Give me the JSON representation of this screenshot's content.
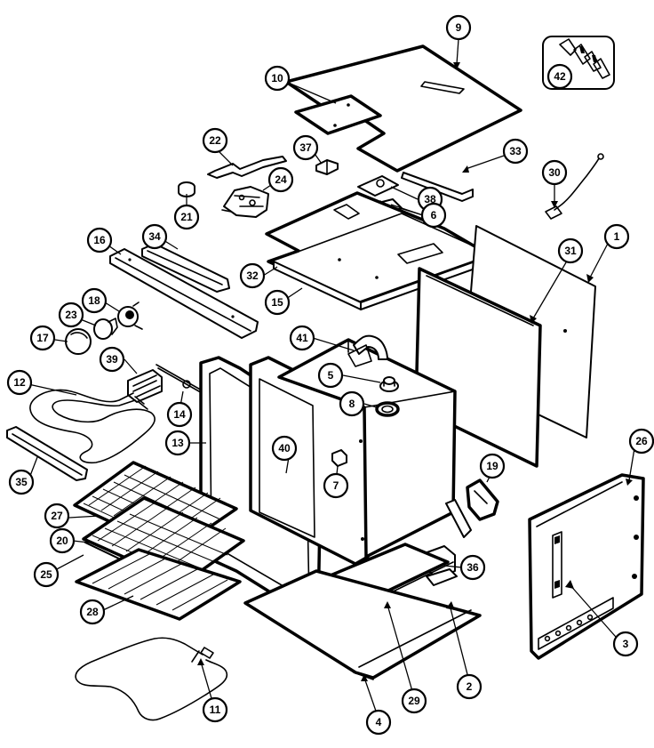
{
  "callouts": [
    {
      "id": "9",
      "label": "9"
    },
    {
      "id": "42",
      "label": "42"
    },
    {
      "id": "10",
      "label": "10"
    },
    {
      "id": "22",
      "label": "22"
    },
    {
      "id": "37",
      "label": "37"
    },
    {
      "id": "33",
      "label": "33"
    },
    {
      "id": "24",
      "label": "24"
    },
    {
      "id": "21",
      "label": "21"
    },
    {
      "id": "38",
      "label": "38"
    },
    {
      "id": "30",
      "label": "30"
    },
    {
      "id": "6",
      "label": "6"
    },
    {
      "id": "16",
      "label": "16"
    },
    {
      "id": "34",
      "label": "34"
    },
    {
      "id": "1",
      "label": "1"
    },
    {
      "id": "31",
      "label": "31"
    },
    {
      "id": "32",
      "label": "32"
    },
    {
      "id": "15",
      "label": "15"
    },
    {
      "id": "18",
      "label": "18"
    },
    {
      "id": "23",
      "label": "23"
    },
    {
      "id": "41",
      "label": "41"
    },
    {
      "id": "17",
      "label": "17"
    },
    {
      "id": "39",
      "label": "39"
    },
    {
      "id": "5",
      "label": "5"
    },
    {
      "id": "12",
      "label": "12"
    },
    {
      "id": "8",
      "label": "8"
    },
    {
      "id": "14",
      "label": "14"
    },
    {
      "id": "13",
      "label": "13"
    },
    {
      "id": "40",
      "label": "40"
    },
    {
      "id": "26",
      "label": "26"
    },
    {
      "id": "35",
      "label": "35"
    },
    {
      "id": "7",
      "label": "7"
    },
    {
      "id": "19",
      "label": "19"
    },
    {
      "id": "27",
      "label": "27"
    },
    {
      "id": "20",
      "label": "20"
    },
    {
      "id": "25",
      "label": "25"
    },
    {
      "id": "36",
      "label": "36"
    },
    {
      "id": "28",
      "label": "28"
    },
    {
      "id": "3",
      "label": "3"
    },
    {
      "id": "2",
      "label": "2"
    },
    {
      "id": "11",
      "label": "11"
    },
    {
      "id": "29",
      "label": "29"
    },
    {
      "id": "4",
      "label": "4"
    }
  ]
}
